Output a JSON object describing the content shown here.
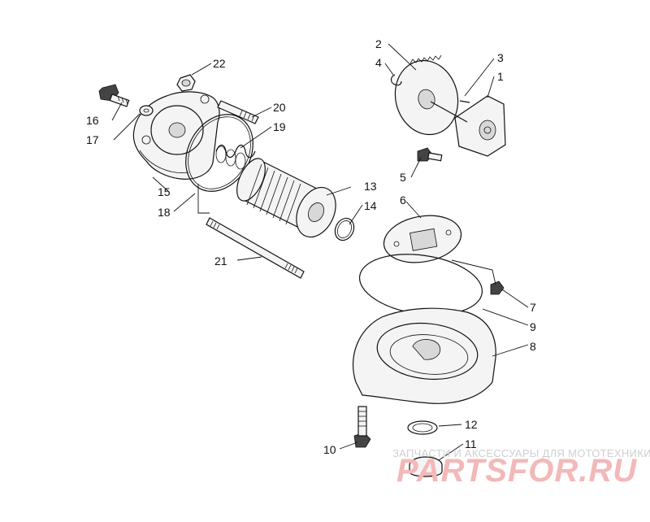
{
  "callouts": {
    "c1": "1",
    "c2": "2",
    "c3": "3",
    "c4": "4",
    "c5": "5",
    "c6": "6",
    "c7": "7",
    "c8": "8",
    "c9": "9",
    "c10": "10",
    "c11": "11",
    "c12": "12",
    "c13": "13",
    "c14": "14",
    "c15": "15",
    "c16": "16",
    "c17": "17",
    "c18": "18",
    "c19": "19",
    "c20": "20",
    "c21": "21",
    "c22": "22"
  },
  "watermark": {
    "tagline": "ЗАПЧАСТИ И АКСЕССУАРЫ ДЛЯ МОТОТЕХНИКИ",
    "logo": "PARTSFOR.RU"
  },
  "colors": {
    "ink": "#111111",
    "watermark_logo": "#f3b8b8",
    "watermark_text": "#cfcfcf"
  }
}
